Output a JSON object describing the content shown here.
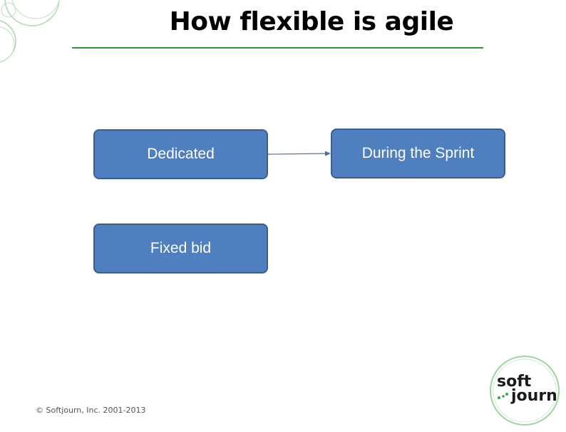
{
  "slide": {
    "title": "How flexible is agile",
    "footer": "© Softjourn, Inc. 2001-2013"
  },
  "diagram": {
    "nodes": [
      {
        "id": "dedicated",
        "label": "Dedicated"
      },
      {
        "id": "sprint",
        "label": "During the Sprint"
      },
      {
        "id": "fixed",
        "label": "Fixed bid"
      }
    ],
    "edges": [
      {
        "from": "dedicated",
        "to": "sprint"
      }
    ]
  },
  "logo": {
    "top": "soft",
    "bottom": "journ"
  },
  "colors": {
    "accent_green": "#2e9a2e",
    "box_fill": "#4f7fbf",
    "box_border": "#3a5f8f",
    "logo_green": "#3aa84a"
  }
}
